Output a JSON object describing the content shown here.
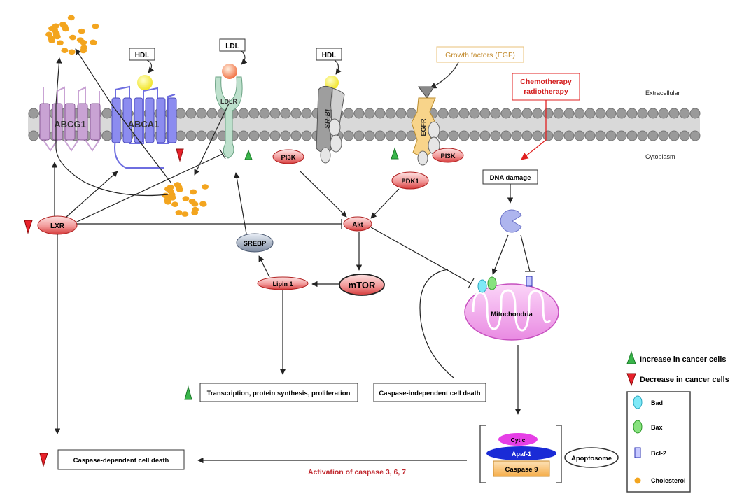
{
  "labels": {
    "extracellular": "Extracellular",
    "cytoplasm": "Cytoplasm",
    "hdl_1": "HDL",
    "hdl_2": "HDL",
    "ldl": "LDL",
    "growth_factors": "Growth factors (EGF)",
    "chemo_line1": "Chemotherapy",
    "chemo_line2": "radiotherapy",
    "abcg1": "ABCG1",
    "abca1": "ABCA1",
    "ldlr": "LDLR",
    "srbi": "SR-BI",
    "egfr": "EGFR",
    "pi3k_1": "PI3K",
    "pi3k_2": "PI3K",
    "pdk1": "PDK1",
    "akt": "Akt",
    "lxr": "LXR",
    "srebp": "SREBP",
    "mtor": "mTOR",
    "lipin1": "Lipin 1",
    "dna_damage": "DNA damage",
    "mitochondria": "Mitochondria",
    "transcription": "Transcription, protein synthesis, proliferation",
    "caspase_independent": "Caspase-independent cell death",
    "caspase_dependent": "Caspase-dependent cell death",
    "activation": "Activation of caspase 3, 6, 7",
    "cyt_c": "Cyt c",
    "apaf1": "Apaf-1",
    "caspase9": "Caspase 9",
    "apoptosome": "Apoptosome"
  },
  "legend": {
    "increase": "Increase in cancer cells",
    "decrease": "Decrease in cancer cells",
    "bad": "Bad",
    "bax": "Bax",
    "bcl2": "Bcl-2",
    "cholesterol": "Cholesterol"
  },
  "colors": {
    "membrane": "#9a9a9a",
    "abca1": "#8c8cf0",
    "abcg1": "#c9a3d4",
    "ldlr": "#bde0cc",
    "cholesterol": "#f3a51f",
    "mitochondria": "#f3a6f0",
    "increase": "#39b54a",
    "decrease": "#e8212a",
    "activation_text": "#c0282e"
  }
}
